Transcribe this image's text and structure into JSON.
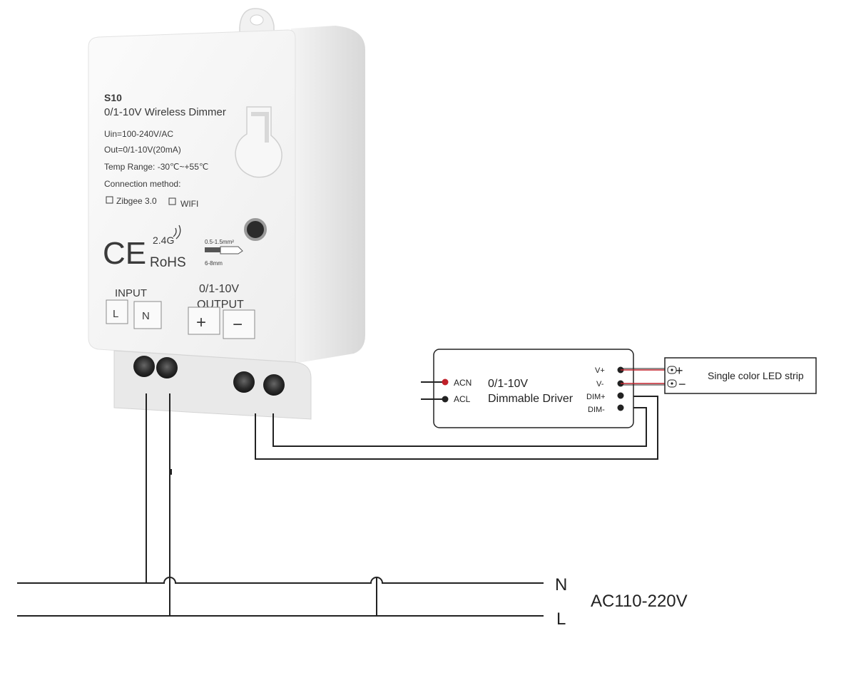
{
  "device": {
    "model": "S10",
    "name": "0/1-10V Wireless Dimmer",
    "specs": [
      "Uin=100-240V/AC",
      "Out=0/1-10V(20mA)",
      "Temp Range: -30℃~+55℃"
    ],
    "connection_title": "Connection method:",
    "connection_options": [
      "Zibgee 3.0",
      "WIFI"
    ],
    "ce_mark": "CE",
    "band": "2.4G",
    "rohs": "RoHS",
    "strip_length_top": "0.5-1.5mm²",
    "strip_length_bottom": "6-8mm",
    "input_label": "INPUT",
    "input_terminals": [
      "L",
      "N"
    ],
    "output_voltage": "0/1-10V",
    "output_label": "OUTPUT",
    "output_terminals": [
      "+",
      "−"
    ]
  },
  "driver": {
    "title_line1": "0/1-10V",
    "title_line2": "Dimmable Driver",
    "left_terminals": [
      "ACN",
      "ACL"
    ],
    "right_terminals": [
      "V+",
      "V-",
      "DIM+",
      "DIM-"
    ]
  },
  "led_strip": {
    "label": "Single color LED strip",
    "plus": "+",
    "minus": "−"
  },
  "mains": {
    "n_label": "N",
    "l_label": "L",
    "voltage": "AC110-220V"
  },
  "colors": {
    "wire": "#222222",
    "acn_dot": "#c0202a",
    "red_wire": "#c0202a"
  }
}
